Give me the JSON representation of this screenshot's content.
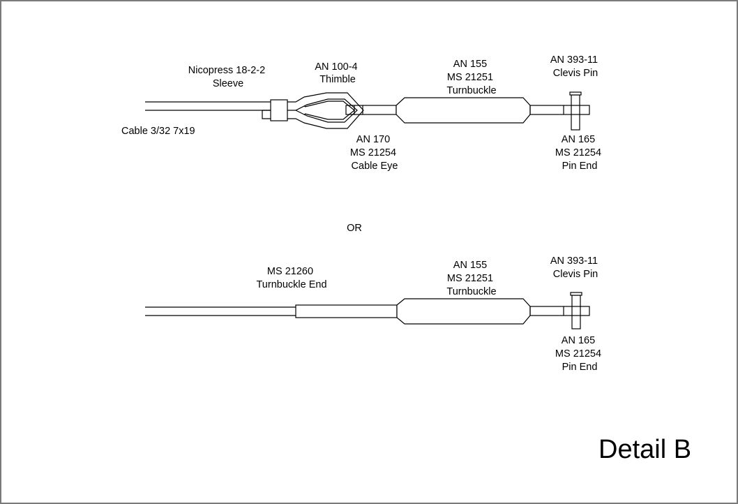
{
  "diagram": {
    "title": "Detail B",
    "separator": "OR",
    "colors": {
      "line": "#000000",
      "border": "#7a7a7a",
      "background": "#ffffff"
    },
    "upper_assembly": {
      "cable": {
        "lines": [
          "Cable 3/32 7x19"
        ]
      },
      "sleeve": {
        "lines": [
          "Nicopress 18-2-2",
          "Sleeve"
        ]
      },
      "thimble": {
        "lines": [
          "AN 100-4",
          "Thimble"
        ]
      },
      "cable_eye": {
        "lines": [
          "AN 170",
          "MS 21254",
          "Cable Eye"
        ]
      },
      "turnbuckle": {
        "lines": [
          "AN 155",
          "MS 21251",
          "Turnbuckle"
        ]
      },
      "clevis_pin": {
        "lines": [
          "AN 393-11",
          "Clevis Pin"
        ]
      },
      "pin_end": {
        "lines": [
          "AN 165",
          "MS 21254",
          "Pin End"
        ]
      }
    },
    "lower_assembly": {
      "turnbuckle_end": {
        "lines": [
          "MS 21260",
          "Turnbuckle End"
        ]
      },
      "turnbuckle": {
        "lines": [
          "AN 155",
          "MS 21251",
          "Turnbuckle"
        ]
      },
      "clevis_pin": {
        "lines": [
          "AN 393-11",
          "Clevis Pin"
        ]
      },
      "pin_end": {
        "lines": [
          "AN 165",
          "MS 21254",
          "Pin End"
        ]
      }
    }
  }
}
